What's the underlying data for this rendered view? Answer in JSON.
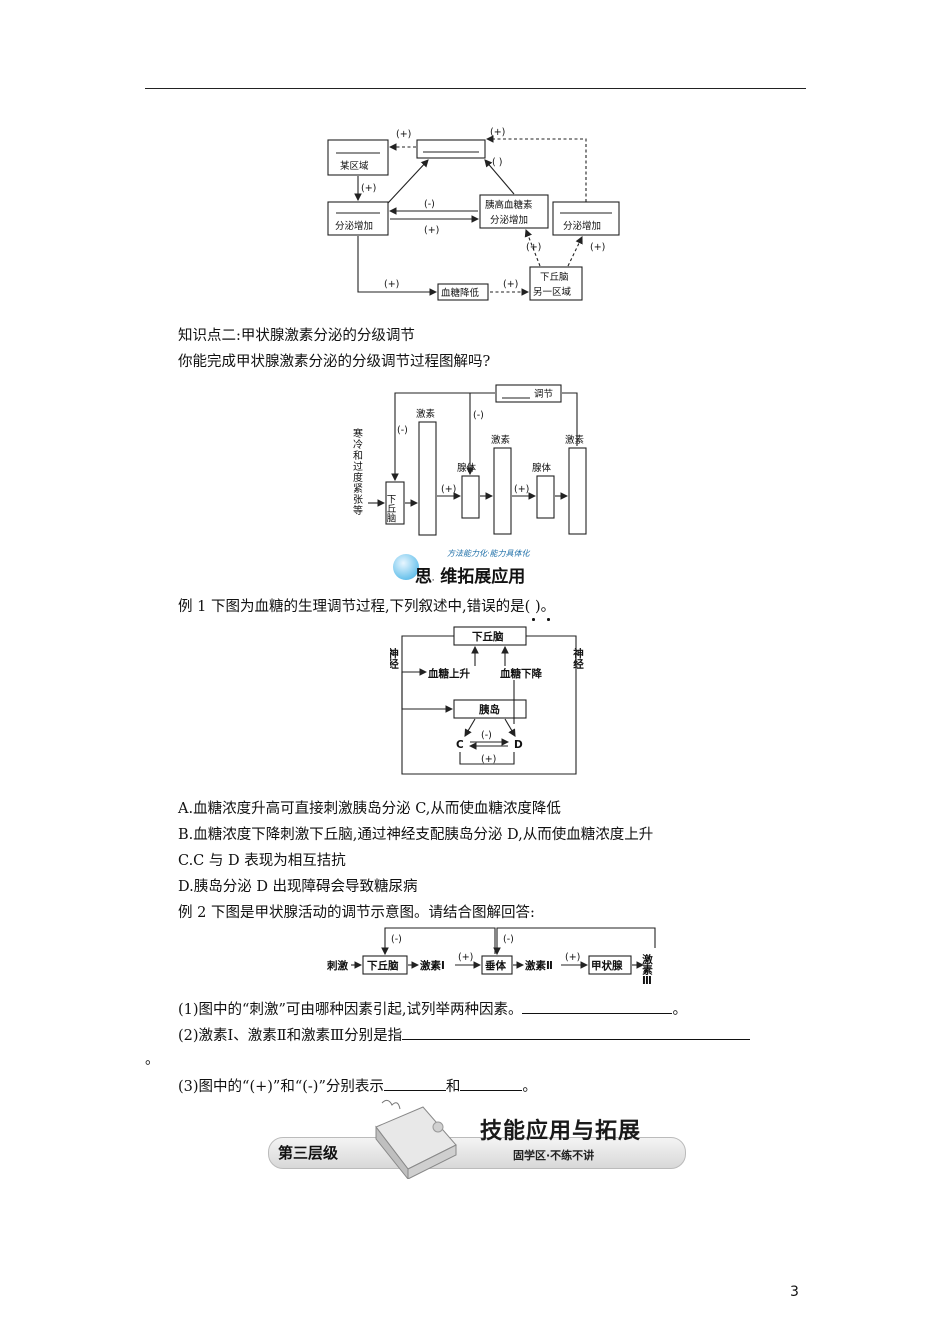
{
  "page_number": "3",
  "diagram1": {
    "box_region": "某区域",
    "box_secretion_left": "分泌增加",
    "box_glucagon_line1": "胰高血糖素",
    "box_glucagon_line2": "分泌增加",
    "box_secretion_right": "分泌增加",
    "box_glucose_down": "血糖降低",
    "box_hypo_line1": "下丘脑",
    "box_hypo_line2": "另一区域",
    "plus": "(+)",
    "minus": "(-)",
    "empty_paren": "(    )"
  },
  "section2": {
    "title": "知识点二:甲状腺激素分泌的分级调节",
    "question": "你能完成甲状腺激素分泌的分级调节过程图解吗?"
  },
  "diagram2": {
    "cold_label": "寒冷和过度紧张等",
    "hypothalamus": "下丘脑",
    "hormone": "激素",
    "gland": "腺体",
    "regulation": "调节",
    "plus": "(+)",
    "minus": "(-)"
  },
  "banner1": {
    "small": "方法能力化·能力具体化",
    "title_char": "思",
    "title_rest": "维拓展应用"
  },
  "example1": {
    "stem_before": "例 1    下图为血糖的生理调节过程,下列叙述中,",
    "stem_emph": "错误",
    "stem_after": "的是(        )。",
    "options": [
      "A.血糖浓度升高可直接刺激胰岛分泌 C,从而使血糖浓度降低",
      "B.血糖浓度下降刺激下丘脑,通过神经支配胰岛分泌 D,从而使血糖浓度上升",
      "C.C 与 D 表现为相互拮抗",
      "D.胰岛分泌 D 出现障碍会导致糖尿病"
    ]
  },
  "diagram3": {
    "hypothalamus": "下丘脑",
    "nerve": "神经",
    "glucose_up": "血糖上升",
    "glucose_down": "血糖下降",
    "islet": "胰岛",
    "c": "C",
    "d": "D",
    "plus": "(+)",
    "minus": "(-)"
  },
  "example2": {
    "stem": "例 2    下图是甲状腺活动的调节示意图。请结合图解回答:",
    "q1": "(1)图中的“刺激”可由哪种因素引起,试列举两种因素。",
    "q2": "(2)激素Ⅰ、激素Ⅱ和激素Ⅲ分别是指",
    "q2_end": "。",
    "q3_a": "(3)图中的“(+)”和“(-)”分别表示",
    "q3_b": "和",
    "q3_end": "。",
    "period": "。"
  },
  "diagram4": {
    "stimulus": "刺激",
    "hypothalamus": "下丘脑",
    "hormone1": "激素Ⅰ",
    "pituitary": "垂体",
    "hormone2": "激素Ⅱ",
    "thyroid": "甲状腺",
    "hormone3": "激素Ⅲ",
    "plus": "(+)",
    "minus": "(-)"
  },
  "banner2": {
    "level": "第三层级",
    "title": "技能应用与拓展",
    "subtitle": "固学区·不练不讲"
  }
}
